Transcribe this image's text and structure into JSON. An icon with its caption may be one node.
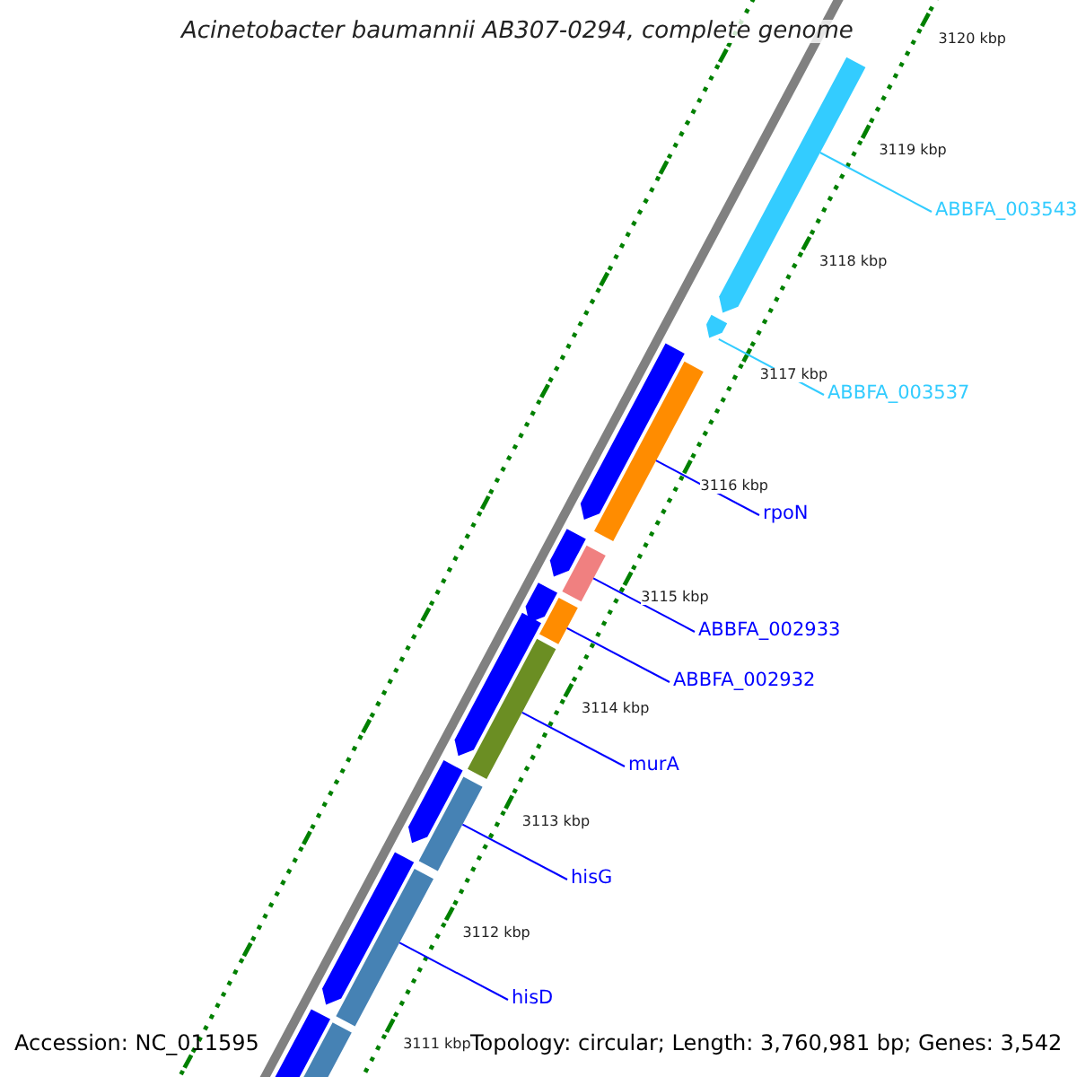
{
  "diagram": {
    "title": "Acinetobacter baumannii AB307-0294, complete genome",
    "nodes": [
      {
        "text": [
          "ABBFA_003543"
        ]
      },
      {
        "text": [
          "ABBFA_003537"
        ]
      },
      {
        "text": [
          "rpoN"
        ]
      },
      {
        "text": [
          "ABBFA_002933"
        ]
      },
      {
        "text": [
          "ABBFA_002932"
        ]
      },
      {
        "text": [
          "murA"
        ]
      },
      {
        "text": [
          "hisG"
        ]
      },
      {
        "text": [
          "hisD"
        ]
      },
      {
        "text": [],
        "shape": "bar"
      },
      {
        "text": [],
        "shape": "bar"
      },
      {
        "text": [],
        "shape": "bar"
      },
      {
        "text": [],
        "shape": "bar"
      },
      {
        "text": [],
        "shape": "bar"
      },
      {
        "text": [],
        "shape": "bar"
      },
      {
        "text": [],
        "shape": "bar"
      },
      {
        "text": [],
        "shape": "bar"
      },
      {
        "text": [],
        "shape": "bar"
      },
      {
        "text": [],
        "shape": "bar"
      },
      {
        "text": [],
        "shape": "bar"
      },
      {
        "text": [],
        "shape": "bar"
      },
      {
        "text": [],
        "shape": "bar"
      },
      {
        "text": [],
        "shape": "bar"
      },
      {
        "text": [],
        "shape": "bar"
      },
      {
        "text": [],
        "shape": "bar"
      }
    ],
    "edges": [
      {
        "from": 0,
        "to": 8,
        "arrow": "none",
        "color": "#33ccff"
      },
      {
        "from": 1,
        "to": 9,
        "arrow": "none",
        "color": "#33ccff"
      },
      {
        "from": 2,
        "to": 11,
        "arrow": "none"
      },
      {
        "from": 3,
        "to": 13,
        "arrow": "none"
      },
      {
        "from": 4,
        "to": 15,
        "arrow": "none"
      },
      {
        "from": 5,
        "to": 17,
        "arrow": "none"
      },
      {
        "from": 6,
        "to": 19,
        "arrow": "none"
      },
      {
        "from": 7,
        "to": 21,
        "arrow": "none"
      }
    ],
    "labels": [
      "3120 kbp",
      "3119 kbp",
      "3118 kbp",
      "3117 kbp",
      "3116 kbp",
      "3115 kbp",
      "3114 kbp",
      "3113 kbp",
      "3112 kbp",
      "3111 kbp",
      "Accession: NC_011595",
      "Topology: circular; Length: 3,760,981 bp; Genes: 3,542"
    ]
  }
}
